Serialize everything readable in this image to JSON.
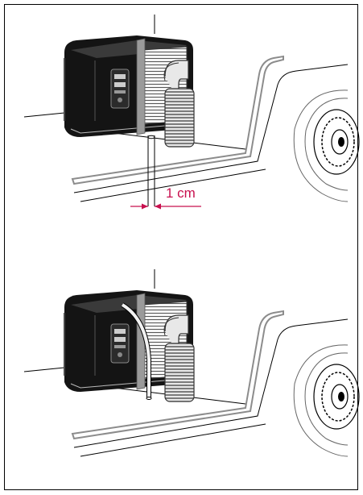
{
  "figure": {
    "measurement_label": "1 cm",
    "colors": {
      "dimension": "#c8104e",
      "device_body": "#141414",
      "device_highlight": "#4a4a4a",
      "vehicle_body_stroke": "#8c8c8c",
      "tube": "#f2f2f2"
    },
    "panels": [
      {
        "name": "top-panel-drain-tube-offset"
      },
      {
        "name": "bottom-panel-drain-tube-routed"
      }
    ]
  }
}
